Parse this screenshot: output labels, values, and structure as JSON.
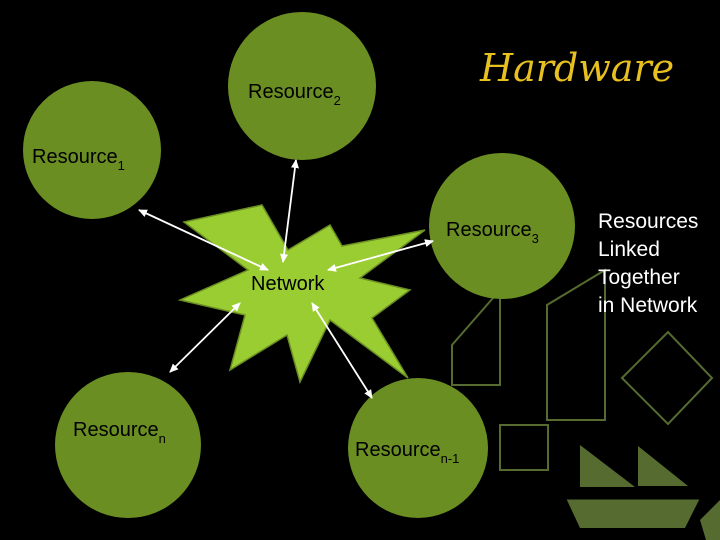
{
  "title": "Hardware",
  "colors": {
    "background": "#000000",
    "node_fill": "#6b8e23",
    "network_fill": "#9acd32",
    "title": "#e8c020",
    "arrows": "#ffffff",
    "decor": "#556b2f"
  },
  "network": {
    "label": "Network"
  },
  "resources": [
    {
      "id": "r1",
      "base": "Resource",
      "sub": "1"
    },
    {
      "id": "r2",
      "base": "Resource",
      "sub": "2"
    },
    {
      "id": "r3",
      "base": "Resource",
      "sub": "3"
    },
    {
      "id": "rn",
      "base": "Resource",
      "sub": "n"
    },
    {
      "id": "rn1",
      "base": "Resource",
      "sub": "n-1"
    }
  ],
  "side_note": [
    "Resources",
    "Linked",
    "Together",
    "in Network"
  ]
}
